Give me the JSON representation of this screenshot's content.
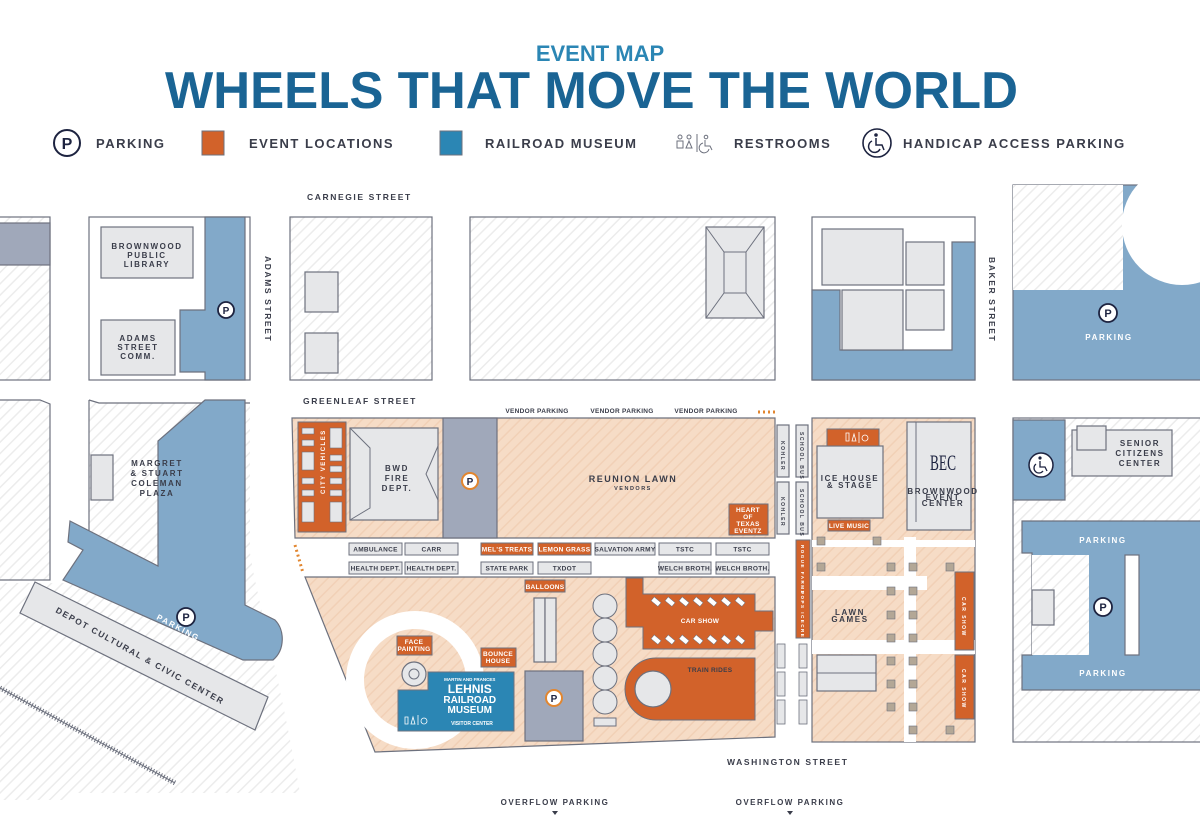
{
  "header": {
    "subtitle": "EVENT MAP",
    "title": "WHEELS THAT MOVE THE WORLD"
  },
  "legend": {
    "parking": "PARKING",
    "event_locations": "EVENT LOCATIONS",
    "railroad_museum": "RAILROAD MUSEUM",
    "restrooms": "RESTROOMS",
    "handicap": "HANDICAP ACCESS PARKING",
    "parking_icon": "P"
  },
  "colors": {
    "title": "#1a6494",
    "subtitle": "#2b86b4",
    "event": "#d2622a",
    "event_area": "#f6dcc6",
    "museum": "#2b86b4",
    "parking": "#82a9c9",
    "parking_lot": "#a0a8ba",
    "building": "#e6e7e9"
  },
  "streets": {
    "carnegie": "CARNEGIE STREET",
    "adams": "ADAMS STREET",
    "greenleaf": "GREENLEAF STREET",
    "baker": "BAKER STREET",
    "washington": "WASHINGTON STREET"
  },
  "buildings": {
    "library": [
      "BROWNWOOD",
      "PUBLIC",
      "LIBRARY"
    ],
    "adams_comm": [
      "ADAMS",
      "STREET",
      "COMM."
    ],
    "plaza": [
      "MARGRET",
      "& STUART",
      "COLEMAN",
      "PLAZA"
    ],
    "depot": "DEPOT CULTURAL & CIVIC CENTER",
    "fire_dept": [
      "BWD",
      "FIRE",
      "DEPT."
    ],
    "senior": [
      "SENIOR",
      "CITIZENS",
      "CENTER"
    ],
    "event_center": [
      "BROWNWOOD",
      "EVENT",
      "CENTER"
    ],
    "event_center_logo": "BEC",
    "ice_house": [
      "ICE HOUSE",
      "& STAGE"
    ]
  },
  "parking_labels": {
    "right_top": "PARKING",
    "depot": "PARKING",
    "right_mid": "PARKING",
    "right_bottom": "PARKING",
    "vendor": [
      "VENDOR PARKING",
      "VENDOR PARKING",
      "VENDOR PARKING"
    ],
    "overflow": [
      "OVERFLOW PARKING",
      "OVERFLOW PARKING"
    ]
  },
  "event_areas": {
    "reunion_lawn": "REUNION LAWN",
    "reunion_sub": "VENDORS",
    "city_vehicles": "CITY VEHICLES",
    "heart_of_texas": [
      "HEART",
      "OF",
      "TEXAS",
      "EVENTZ"
    ],
    "kohler": [
      "KOHLER",
      "KOHLER"
    ],
    "school_bus": [
      "SCHOOL BUS",
      "SCHOOL BUS"
    ],
    "live_music": "LIVE MUSIC",
    "rogue_farms": "ROGUE FARMS",
    "pops_icecream": "POPS ICECREAM",
    "lawn_games": [
      "LAWN",
      "GAMES"
    ],
    "car_show_side": [
      "CAR SHOW",
      "CAR SHOW"
    ],
    "balloons": "BALLOONS",
    "car_show": "CAR SHOW",
    "train_rides": "TRAIN RIDES",
    "face_painting": [
      "FACE",
      "PAINTING"
    ],
    "bounce_house": [
      "BOUNCE",
      "HOUSE"
    ]
  },
  "vendors": {
    "row1": [
      {
        "label": "AMBULANCE",
        "event": false
      },
      {
        "label": "CARR",
        "event": false
      },
      {
        "label": "MEL'S TREATS",
        "event": true
      },
      {
        "label": "LEMON GRASS",
        "event": true
      },
      {
        "label": "SALVATION ARMY",
        "event": false
      },
      {
        "label": "TSTC",
        "event": false
      },
      {
        "label": "TSTC",
        "event": false
      }
    ],
    "row2": [
      {
        "label": "HEALTH DEPT.",
        "event": false
      },
      {
        "label": "HEALTH DEPT.",
        "event": false
      },
      {
        "label": "STATE PARK",
        "event": false
      },
      {
        "label": "TXDOT",
        "event": false
      },
      {
        "label": "WELCH BROTH.",
        "event": false
      },
      {
        "label": "WELCH BROTH.",
        "event": false
      }
    ]
  },
  "museum": {
    "top": "MARTIN AND FRANCES",
    "line1": "LEHNIS",
    "line2": "RAILROAD",
    "line3": "MUSEUM",
    "bottom": "VISITOR CENTER"
  }
}
